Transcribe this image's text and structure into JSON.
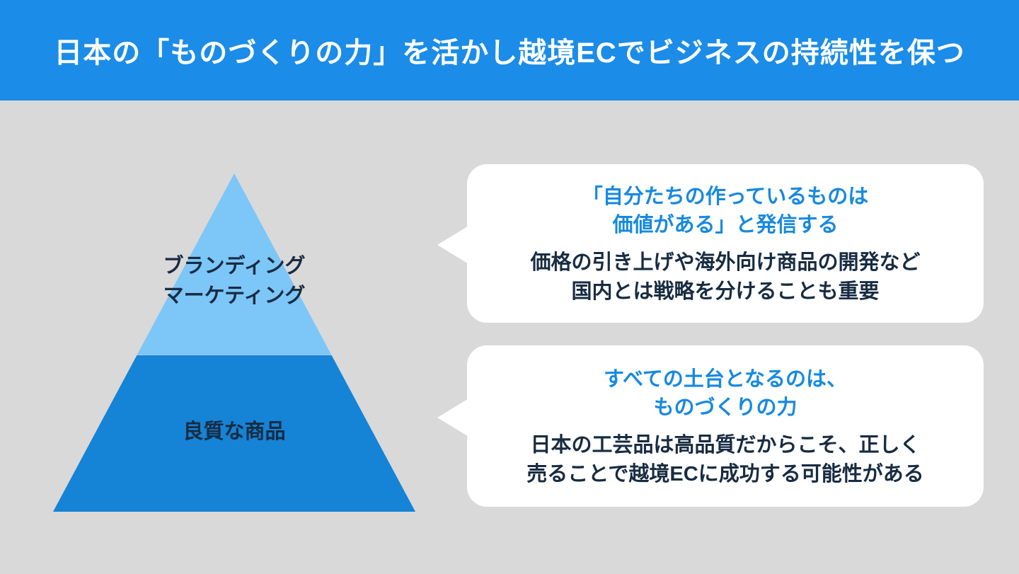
{
  "banner": {
    "title": "日本の「ものづくりの力」を活かし越境ECでビジネスの持続性を保つ"
  },
  "pyramid": {
    "top_label": "ブランディング\nマーケティング",
    "bottom_label": "良質な商品"
  },
  "bubbles": [
    {
      "heading": "「自分たちの作っているものは\n価値がある」と発信する",
      "body": "価格の引き上げや海外向け商品の開発など\n国内とは戦略を分けることも重要"
    },
    {
      "heading": "すべての土台となるのは、\nものづくりの力",
      "body": "日本の工芸品は高品質だからこそ、正しく\n売ることで越境ECに成功する可能性がある"
    }
  ],
  "colors": {
    "banner_blue": "#1b8ce8",
    "pyramid_light": "#7dc6f8",
    "pyramid_dark": "#1583d6",
    "bg_gray": "#d9d9d9",
    "text_dark": "#182c42",
    "heading_blue": "#1789e0",
    "bubble_white": "#ffffff"
  }
}
